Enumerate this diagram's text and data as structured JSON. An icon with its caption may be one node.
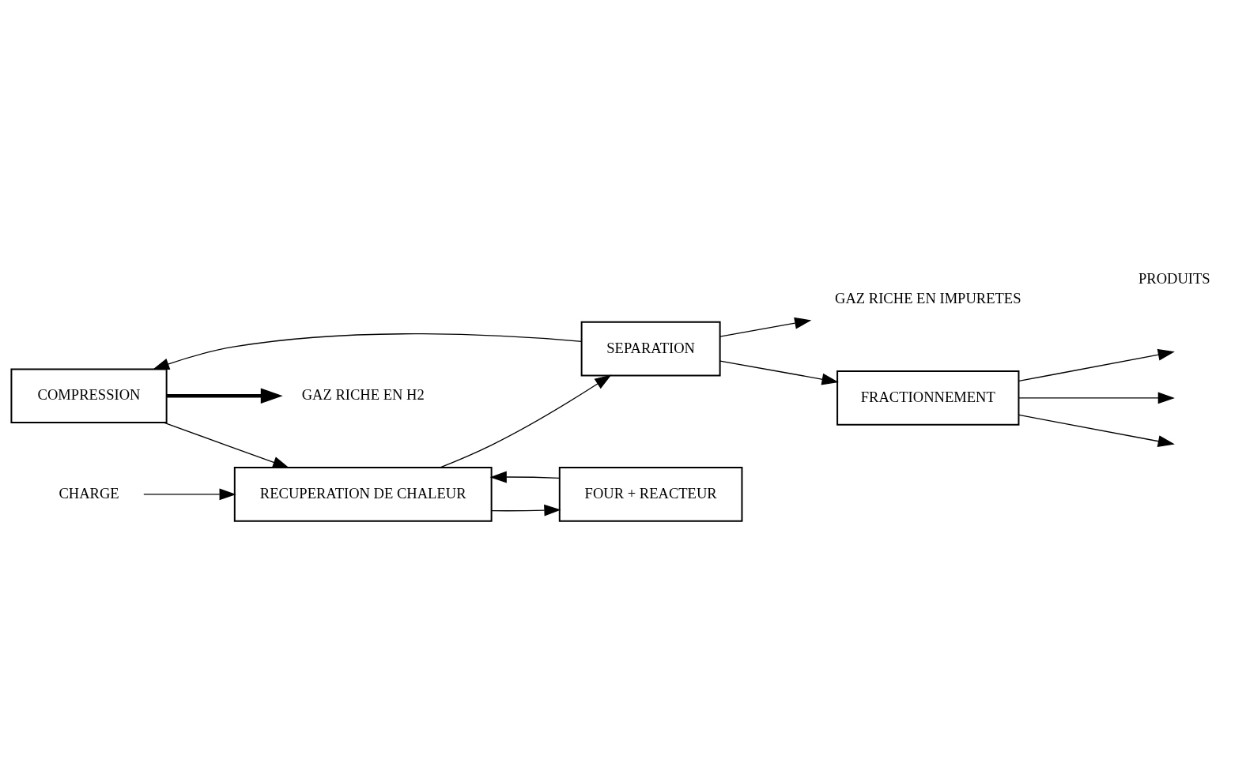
{
  "diagram": {
    "nodes": [
      {
        "text": [
          "GAZ RICHE EN H2"
        ]
      },
      {
        "text": [
          "COMPRESSION"
        ]
      },
      {
        "text": [
          "GAZ RICHE EN IMPURETES"
        ]
      },
      {
        "text": [
          "CHARGE"
        ]
      },
      {
        "text": [
          "RECUPERATION DE CHALEUR"
        ]
      },
      {
        "text": [
          "FOUR + REACTEUR"
        ]
      },
      {
        "text": [
          "SEPARATION"
        ]
      },
      {
        "text": [
          "FRACTIONNEMENT"
        ]
      }
    ],
    "edges": [
      {
        "from": 1,
        "to": 0,
        "arrow": "to",
        "style": "thick"
      },
      {
        "from": 1,
        "to": 4,
        "arrow": "to"
      },
      {
        "from": 6,
        "to": 1,
        "arrow": "to"
      },
      {
        "from": 6,
        "to": 2,
        "arrow": "to"
      },
      {
        "from": 3,
        "to": 4,
        "arrow": "to"
      },
      {
        "from": 4,
        "to": 5,
        "arrow": "to"
      },
      {
        "from": 5,
        "to": 4,
        "arrow": "to"
      },
      {
        "from": 4,
        "to": 6,
        "arrow": "to"
      },
      {
        "from": 6,
        "to": 7,
        "arrow": "to"
      },
      {
        "from": 7,
        "to": null,
        "arrow": "to"
      },
      {
        "from": 7,
        "to": null,
        "arrow": "to"
      },
      {
        "from": 7,
        "to": null,
        "arrow": "to"
      }
    ],
    "labels": [
      "PRODUITS"
    ]
  }
}
